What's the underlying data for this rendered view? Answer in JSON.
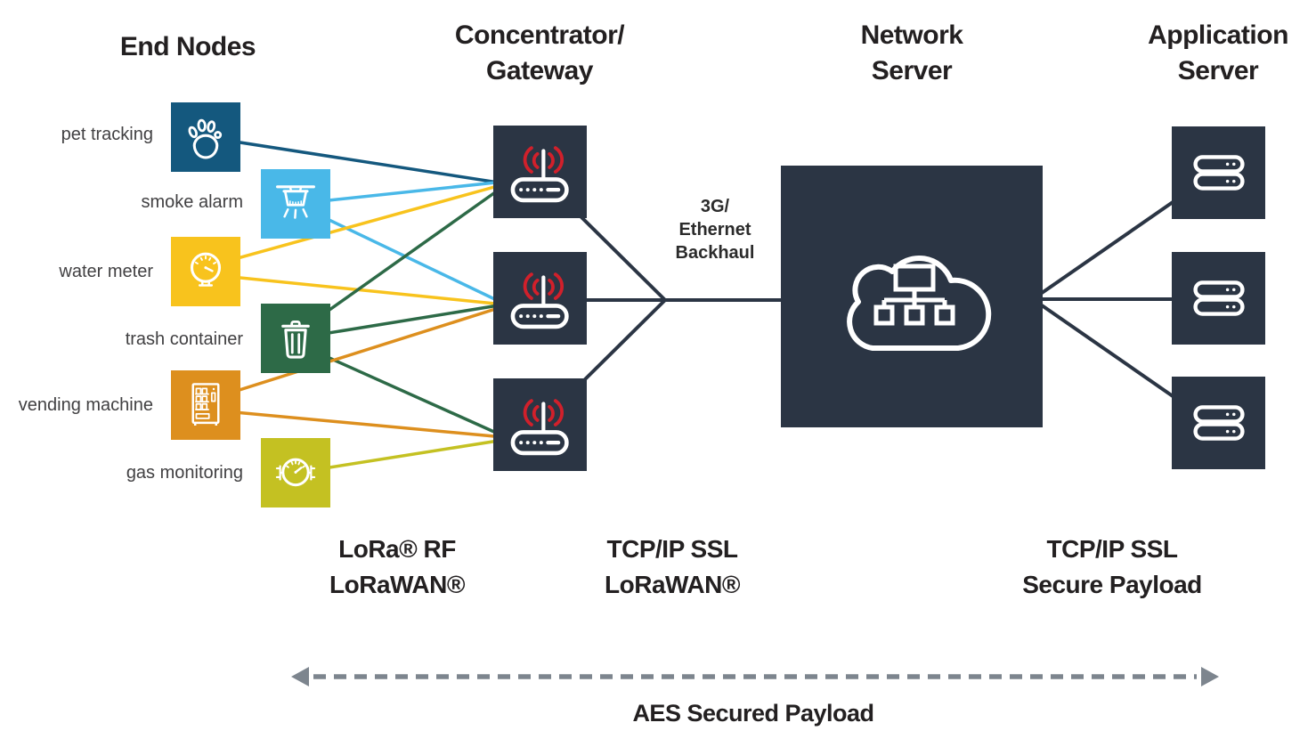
{
  "headers": {
    "end_nodes": "End Nodes",
    "gateway": [
      "Concentrator/",
      "Gateway"
    ],
    "network_server": [
      "Network",
      "Server"
    ],
    "application_server": [
      "Application",
      "Server"
    ]
  },
  "end_nodes": [
    {
      "label": "pet tracking",
      "icon": "paw-icon",
      "color": "#14587e",
      "connects_to": [
        "gateway-1"
      ]
    },
    {
      "label": "smoke alarm",
      "icon": "smoke-detector-icon",
      "color": "#49b8e8",
      "connects_to": [
        "gateway-1",
        "gateway-2"
      ]
    },
    {
      "label": "water meter",
      "icon": "water-meter-icon",
      "color": "#f8c31d",
      "connects_to": [
        "gateway-1",
        "gateway-2"
      ]
    },
    {
      "label": "trash container",
      "icon": "trash-can-icon",
      "color": "#2d6a47",
      "connects_to": [
        "gateway-1",
        "gateway-2",
        "gateway-3"
      ]
    },
    {
      "label": "vending machine",
      "icon": "vending-machine-icon",
      "color": "#dd8f1e",
      "connects_to": [
        "gateway-2",
        "gateway-3"
      ]
    },
    {
      "label": "gas monitoring",
      "icon": "gas-gauge-icon",
      "color": "#c4c122",
      "connects_to": [
        "gateway-3"
      ]
    }
  ],
  "gateways": [
    {
      "id": "gateway-1",
      "icon": "router-icon"
    },
    {
      "id": "gateway-2",
      "icon": "router-icon"
    },
    {
      "id": "gateway-3",
      "icon": "router-icon"
    }
  ],
  "network_server": {
    "icon": "cloud-network-icon",
    "connects_to": [
      "app-server-1",
      "app-server-2",
      "app-server-3"
    ]
  },
  "application_servers": [
    {
      "id": "app-server-1",
      "icon": "server-icon"
    },
    {
      "id": "app-server-2",
      "icon": "server-icon"
    },
    {
      "id": "app-server-3",
      "icon": "server-icon"
    }
  ],
  "labels": {
    "backhaul": [
      "3G/",
      "Ethernet",
      "Backhaul"
    ],
    "lora": [
      "LoRa® RF",
      "LoRaWAN®"
    ],
    "tcp_lorawan": [
      "TCP/IP SSL",
      "LoRaWAN®"
    ],
    "tcp_secure": [
      "TCP/IP SSL",
      "Secure Payload"
    ],
    "aes": "AES Secured Payload"
  },
  "colors": {
    "dark_box": "#2b3544",
    "connector": "#2b3544",
    "signal_red": "#d1202b",
    "dashed_arrow": "#7d858e",
    "heading_text": "#232021",
    "label_text": "#414042",
    "icon_stroke": "#ffffff"
  }
}
